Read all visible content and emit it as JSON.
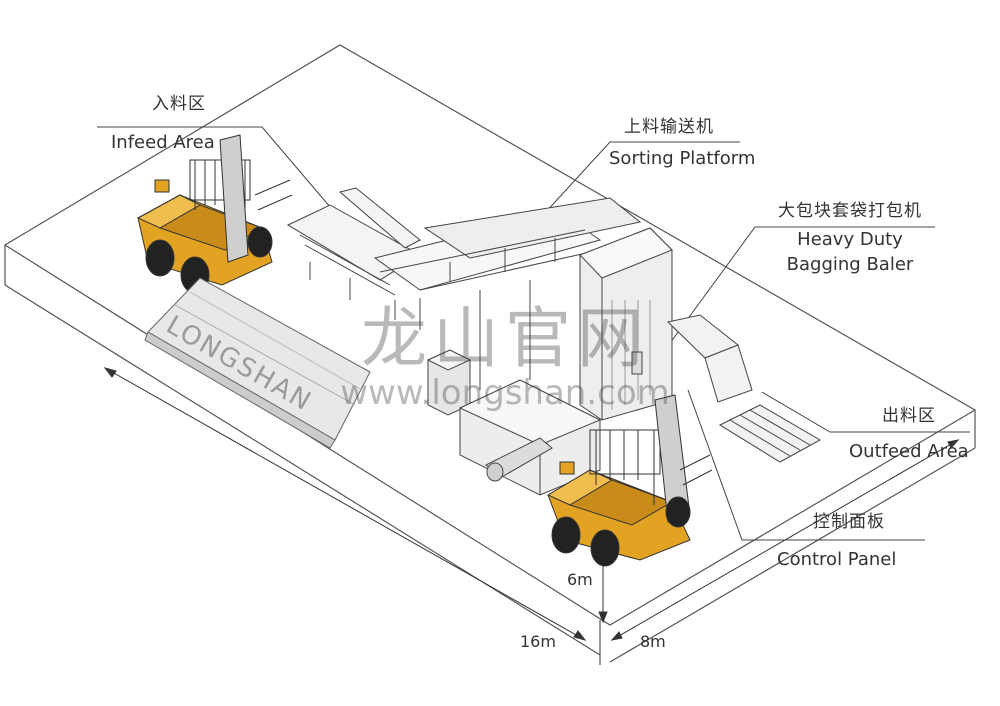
{
  "labels": {
    "infeed_cn": "入料区",
    "infeed_en": "Infeed Area",
    "sorting_cn": "上料输送机",
    "sorting_en": "Sorting Platform",
    "baler_cn": "大包块套袋打包机",
    "baler_en_1": "Heavy Duty",
    "baler_en_2": "Bagging Baler",
    "outfeed_cn": "出料区",
    "outfeed_en": "Outfeed Area",
    "control_cn": "控制面板",
    "control_en": "Control Panel"
  },
  "dimensions": {
    "height": "6m",
    "length": "16m",
    "width": "8m"
  },
  "watermark": {
    "brand_cn": "龙山官网",
    "url": "www.longshan.com"
  },
  "sign": {
    "brand": "LONGSHAN"
  },
  "colors": {
    "forklift_body": "#e3a322",
    "line": "#555555",
    "equipment_fill": "#eeeeee"
  }
}
